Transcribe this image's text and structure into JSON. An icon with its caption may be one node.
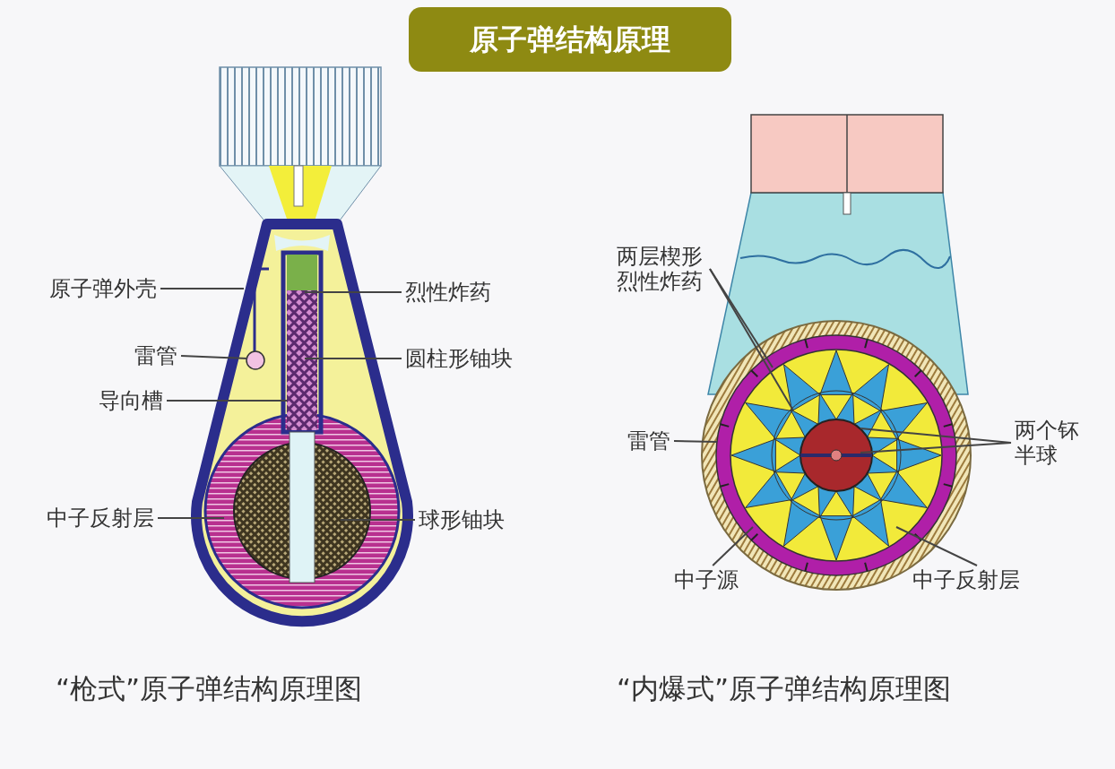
{
  "diagram": {
    "title": "原子弹结构原理",
    "nodes": [
      {
        "text": [
          "原子弹外壳"
        ]
      },
      {
        "text": [
          "烈性炸药"
        ]
      },
      {
        "text": [
          "雷管"
        ]
      },
      {
        "text": [
          "圆柱形铀块"
        ]
      },
      {
        "text": [
          "导向槽"
        ]
      },
      {
        "text": [
          "中子反射层"
        ]
      },
      {
        "text": [
          "球形铀块"
        ]
      },
      {
        "text": [
          "两层楔形烈性炸药"
        ]
      },
      {
        "text": [
          "雷管"
        ]
      },
      {
        "text": [
          "两个钚半球"
        ]
      },
      {
        "text": [
          "中子源"
        ]
      },
      {
        "text": [
          "中子反射层"
        ]
      }
    ],
    "edges": [
      {
        "from": 0,
        "to": null,
        "arrow": "none"
      },
      {
        "from": 1,
        "to": null,
        "arrow": "none"
      },
      {
        "from": 2,
        "to": null,
        "arrow": "none"
      },
      {
        "from": 3,
        "to": null,
        "arrow": "none"
      },
      {
        "from": 4,
        "to": null,
        "arrow": "none"
      },
      {
        "from": 5,
        "to": null,
        "arrow": "none"
      },
      {
        "from": 6,
        "to": null,
        "arrow": "none"
      },
      {
        "from": 7,
        "to": null,
        "arrow": "none"
      },
      {
        "from": 7,
        "to": null,
        "arrow": "none"
      },
      {
        "from": 8,
        "to": null,
        "arrow": "none"
      },
      {
        "from": 9,
        "to": null,
        "arrow": "none"
      },
      {
        "from": 9,
        "to": null,
        "arrow": "none"
      },
      {
        "from": 10,
        "to": null,
        "arrow": "none"
      },
      {
        "from": 11,
        "to": null,
        "arrow": "none"
      }
    ],
    "labels": [
      "“枪式”原子弹结构原理图",
      "“内爆式”原子弹结构原理图"
    ]
  }
}
